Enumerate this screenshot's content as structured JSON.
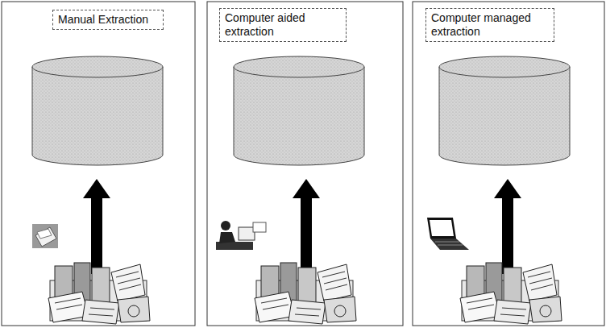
{
  "diagram": {
    "nodes": [
      {
        "text": [
          "Manual Extraction"
        ]
      },
      {
        "text": [
          "Computer aided extraction"
        ]
      },
      {
        "text": [
          "Computer managed extraction"
        ]
      }
    ]
  }
}
